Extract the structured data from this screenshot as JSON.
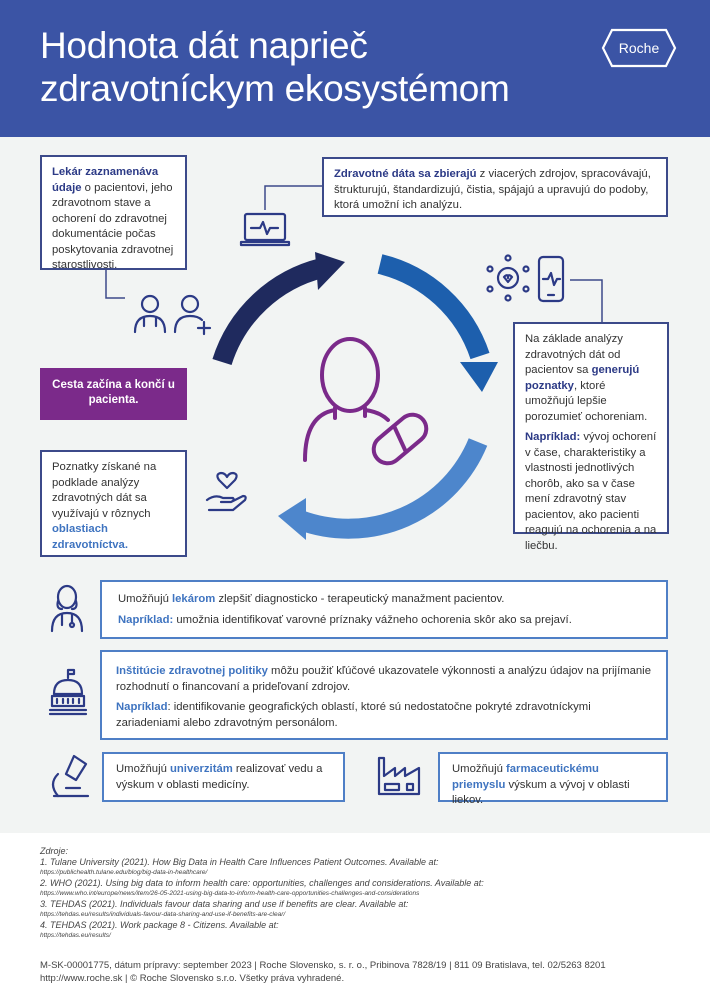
{
  "header": {
    "title_line1": "Hodnota dát naprieč",
    "title_line2": "zdravotníckym ekosystémom",
    "logo": "Roche"
  },
  "cycle": {
    "doctor_box": {
      "bold": "Lekár zaznamenáva údaje",
      "text": " o pacientovi,  jeho zdravotnom stave a ochorení do zdravotnej dokumentácie počas poskytovania zdravotnej starostlivosti."
    },
    "data_box": {
      "bold": "Zdravotné dáta sa zbierajú",
      "text": " z viacerých zdrojov, spracovávajú, štrukturujú, štandardizujú, čistia, spájajú a upravujú do podoby, ktorá umožní ich analýzu."
    },
    "insights_box": {
      "text1": "Na základe analýzy zdravotných dát od pacientov sa ",
      "bold": "generujú poznatky",
      "text2": ", ktoré umožňujú lepšie porozumieť ochoreniam.",
      "example_label": "Napríklad:",
      "example_text": " vývoj ochorení v čase, charakteristiky a vlastnosti jednotlivých chorôb, ako sa v čase mení zdravotný stav pacientov, ako pacienti reagujú  na ochorenia a na liečbu."
    },
    "use_box": {
      "text": "Poznatky získané na podklade analýzy zdravotných dát sa využívajú v rôznych ",
      "bold": "oblastiach zdravotníctva."
    },
    "journey_label": "Cesta začína a končí u pacienta."
  },
  "uses": [
    {
      "pre": "Umožňujú ",
      "bold": "lekárom",
      "post": " zlepšiť diagnosticko - terapeutický manažment pacientov.",
      "example_label": "Napríklad:",
      "example_text": " umožnia identifikovať varovné príznaky vážneho ochorenia skôr ako sa prejaví."
    },
    {
      "pre": "",
      "bold": "Inštitúcie zdravotnej politiky",
      "post": " môžu použiť kľúčové ukazovatele výkonnosti a analýzu údajov na prijímanie rozhodnutí o financovaní a prideľovaní zdrojov.",
      "example_label": "Napríklad",
      "example_text": ": identifikovanie geografických oblastí, ktoré sú nedostatočne pokryté zdravotníckymi zariadeniami alebo zdravotným personálom."
    },
    {
      "pre": "Umožňujú ",
      "bold": "univerzitám",
      "post": " realizovať vedu a výskum v oblasti medicíny."
    },
    {
      "pre": "Umožňujú ",
      "bold": "farmaceutickému priemyslu",
      "post": " výskum a vývoj v oblasti liekov."
    }
  ],
  "sources": {
    "label": "Zdroje:",
    "items": [
      {
        "text": "1. Tulane University (2021). How Big Data in Health Care Influences Patient Outcomes. Available at:",
        "url": "https://publichealth.tulane.edu/blog/big-data-in-healthcare/"
      },
      {
        "text": "2. WHO (2021). Using big data to inform health care: opportunities, challenges and considerations. Available at:",
        "url": "https://www.who.int/europe/news/item/26-05-2021-using-big-data-to-inform-health-care-opportunities-challenges-and-considerations"
      },
      {
        "text": " 3. TEHDAS (2021). Individuals favour data sharing and use if benefits are clear. Available at:",
        "url": "https://tehdas.eu/results/individuals-favour-data-sharing-and-use-if-benefits-are-clear/"
      },
      {
        "text": "4. TEHDAS (2021). Work package 8 - Citizens. Available at:",
        "url": "https://tehdas.eu/results/"
      }
    ]
  },
  "footer": {
    "line1": "M-SK-00001775, dátum prípravy: september 2023  |  Roche Slovensko, s. r. o., Pribinova 7828/19  |  811 09 Bratislava, tel. 02/5263 8201",
    "line2": "http://www.roche.sk  |  © Roche Slovensko s.r.o. Všetky práva vyhradené."
  }
}
